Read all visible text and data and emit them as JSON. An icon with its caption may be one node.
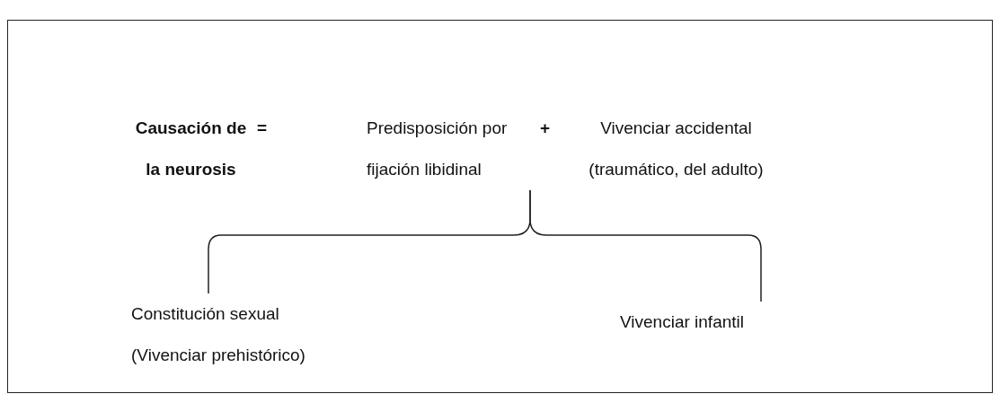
{
  "diagram": {
    "nodes": [
      {
        "text": [
          "Causación de la neurosis"
        ]
      },
      {
        "text": [
          "Predisposición por fijación libidinal"
        ]
      },
      {
        "text": [
          "Vivenciar accidental (traumático, del adulto)"
        ]
      },
      {
        "text": [
          "Constitución sexual (Vivenciar prehistórico)"
        ]
      },
      {
        "text": [
          "Vivenciar infantil"
        ]
      }
    ],
    "edges": [
      {
        "from": 1,
        "to": 3,
        "arrow": "none"
      },
      {
        "from": 1,
        "to": 4,
        "arrow": "none"
      }
    ],
    "labels": [
      "=",
      "+"
    ]
  }
}
